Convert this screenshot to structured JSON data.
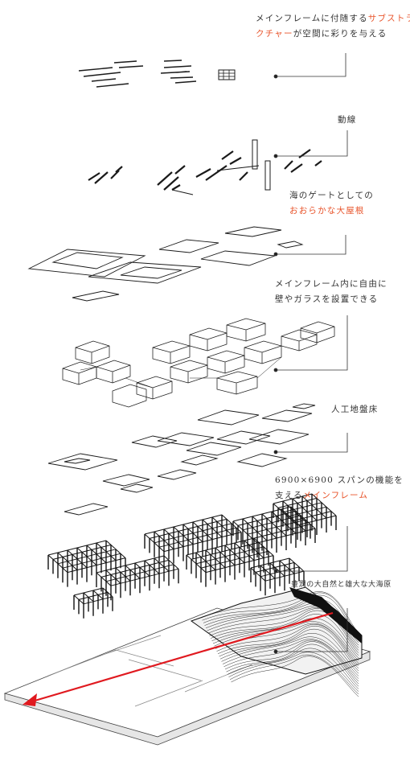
{
  "colors": {
    "accent": "#e8542b",
    "arrow": "#e0191f",
    "ink": "#1a1a1a"
  },
  "labels": {
    "subframe": {
      "line1_pre": "メインフレームに付随する",
      "line1_accent": "サブストラ",
      "line2_accent": "クチャー",
      "line2_post": "が空間に彩りを与える"
    },
    "circulation": {
      "text": "動線"
    },
    "roof": {
      "line1": "海のゲートとしての",
      "line2_accent": "おおらかな大屋根"
    },
    "walls": {
      "line1": "メインフレーム内に自由に",
      "line2": "壁やガラスを設置できる"
    },
    "ground": {
      "text": "人工地盤床"
    },
    "mainframe": {
      "line1": "6900×6900 スパンの機能を",
      "line2_pre": "支える",
      "line2_accent": "メインフレーム"
    },
    "site": {
      "text": "豊潤の大自然と雄大な大海原"
    }
  }
}
